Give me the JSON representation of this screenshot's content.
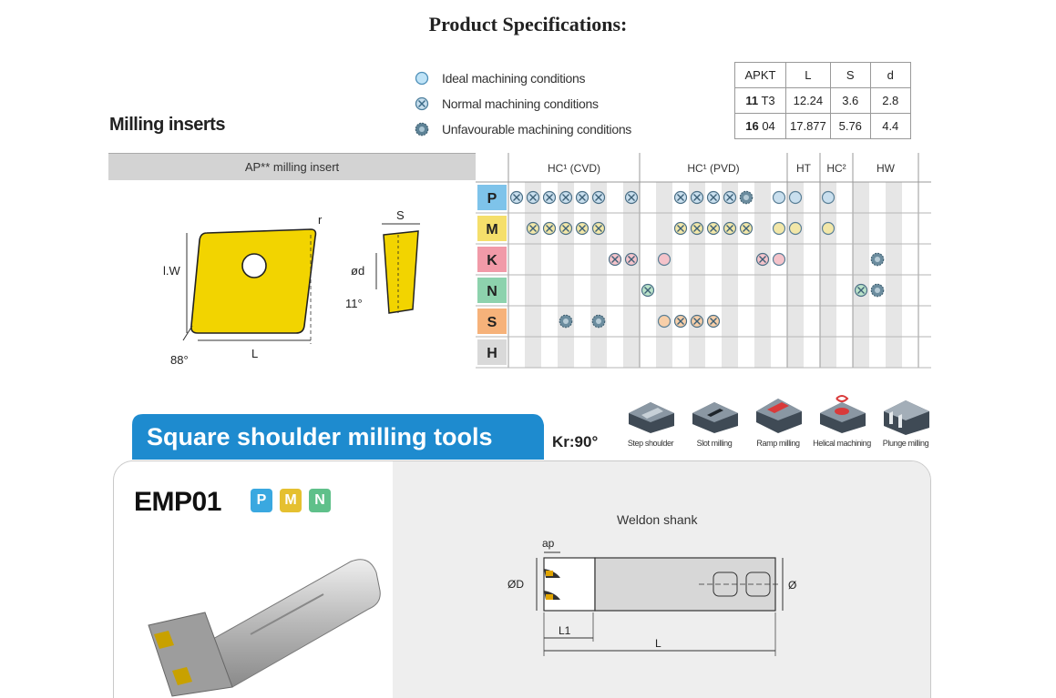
{
  "page": {
    "title": "Product Specifications:",
    "section_title": "Milling inserts"
  },
  "legend": [
    {
      "label": "Ideal machining conditions",
      "icon": "ideal-circle-icon"
    },
    {
      "label": "Normal machining conditions",
      "icon": "normal-cross-circle-icon"
    },
    {
      "label": "Unfavourable machining conditions",
      "icon": "unfavourable-gear-icon"
    }
  ],
  "spec_table": {
    "headers": [
      "APKT",
      "L",
      "S",
      "d"
    ],
    "rows": [
      {
        "size": "11",
        "code": "T3",
        "L": "12.24",
        "S": "3.6",
        "d": "2.8"
      },
      {
        "size": "16",
        "code": "04",
        "L": "17.877",
        "S": "5.76",
        "d": "4.4"
      }
    ]
  },
  "grid": {
    "insert_label": "AP** milling insert",
    "groups": [
      {
        "label": "HC¹ (CVD)"
      },
      {
        "label": "HC¹ (PVD)"
      },
      {
        "label": "HT"
      },
      {
        "label": "HC²"
      },
      {
        "label": "HW"
      }
    ],
    "materials": [
      {
        "letter": "P",
        "color": "#7ec3ea"
      },
      {
        "letter": "M",
        "color": "#f5df6b"
      },
      {
        "letter": "K",
        "color": "#f19aa8"
      },
      {
        "letter": "N",
        "color": "#8dd2ad"
      },
      {
        "letter": "S",
        "color": "#f6b27a"
      },
      {
        "letter": "H",
        "color": "#d9d9d9"
      }
    ]
  },
  "insert_dims": {
    "lw": "l.W",
    "l": "L",
    "r": "r",
    "angle88": "88°",
    "s": "S",
    "d": "ød",
    "angle11": "11°"
  },
  "tools": {
    "banner": "Square shoulder milling tools",
    "kr": "Kr:90°",
    "modes": [
      "Step shoulder",
      "Slot milling",
      "Ramp milling",
      "Helical machining",
      "Plunge milling"
    ],
    "model": "EMP01",
    "badges": [
      {
        "letter": "P",
        "color": "#3aa8e0"
      },
      {
        "letter": "M",
        "color": "#e5c030"
      },
      {
        "letter": "N",
        "color": "#5fc08a"
      }
    ],
    "shank": "Weldon shank",
    "dims": {
      "ap": "ap",
      "D": "ØD",
      "d": "Ød",
      "L1": "L1",
      "L": "L"
    }
  },
  "colors": {
    "insert_yellow": "#f2d400",
    "banner_blue": "#1e8bcf",
    "ideal": "#a9d8f2",
    "normal": "#bcd7e8",
    "unfavourable": "#6f8fa0"
  }
}
